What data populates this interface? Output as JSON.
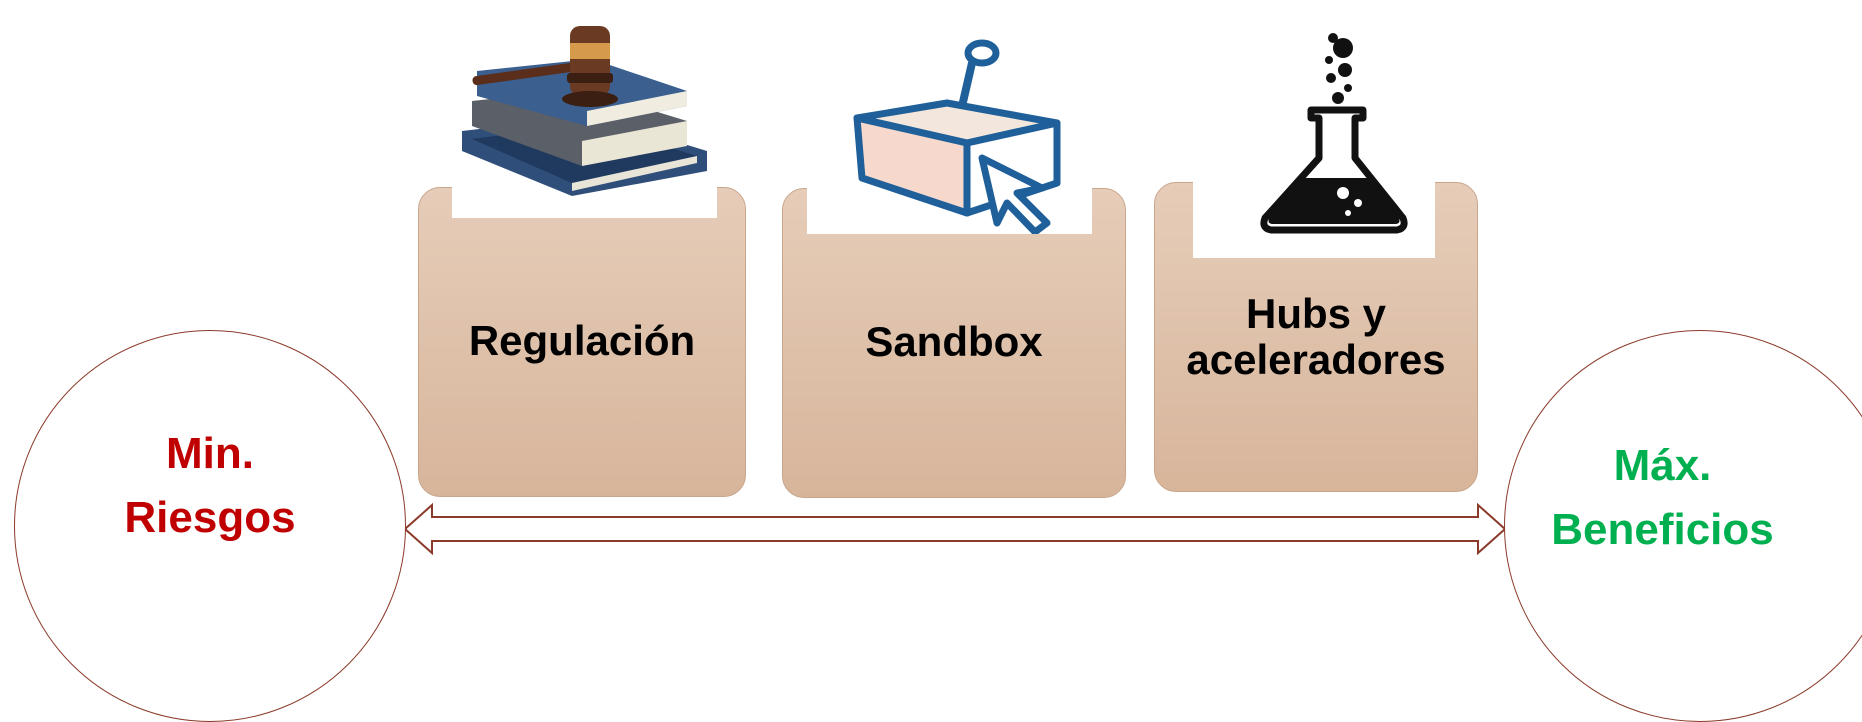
{
  "boxes": [
    {
      "label_lines": [
        "Regulación"
      ],
      "icon": "gavel-books-icon"
    },
    {
      "label_lines": [
        "Sandbox"
      ],
      "icon": "sandbox-cursor-icon"
    },
    {
      "label_lines": [
        "Hubs y",
        "aceleradores"
      ],
      "icon": "flask-icon"
    }
  ],
  "left_circle": {
    "line1": "Min.",
    "line2": "Riesgos",
    "color": "#c00000"
  },
  "right_circle": {
    "line1": "Máx.",
    "line2": "Beneficios",
    "color": "#00b050"
  },
  "colors": {
    "box_fill": "#dcbca4",
    "box_border": "#c9a58a",
    "arrow": "#8b3a2a"
  }
}
